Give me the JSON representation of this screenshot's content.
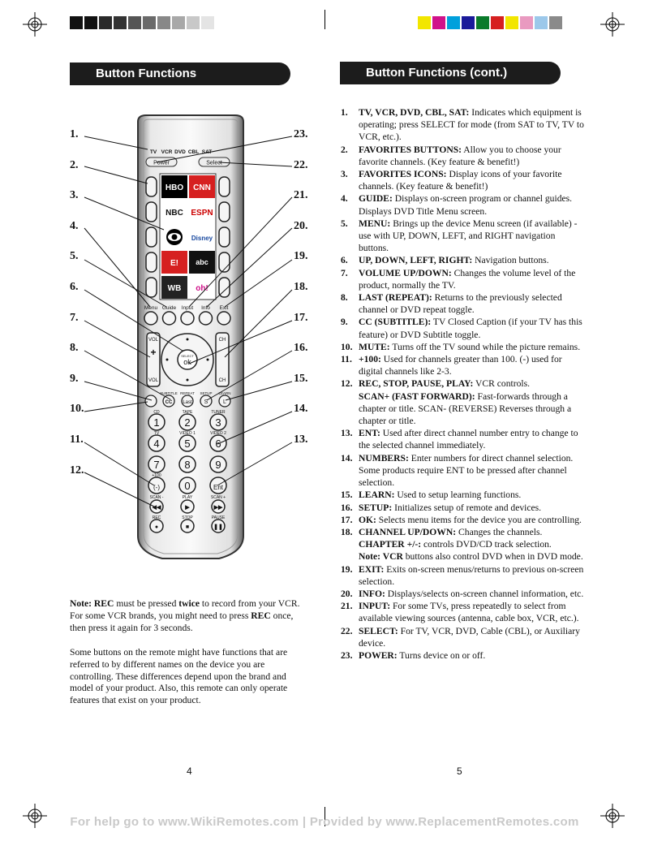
{
  "headers": {
    "left": "Button Functions",
    "right": "Button Functions (cont.)"
  },
  "remote": {
    "mode_labels": [
      "TV",
      "VCR",
      "DVD",
      "CBL",
      "SAT"
    ],
    "power": "Power",
    "select": "Select",
    "menu_labels": [
      "Menu",
      "Guide",
      "Input",
      "Info",
      "Exit"
    ],
    "vol": "VOL",
    "ch": "CH",
    "ok": "ok",
    "select_small": "SELECT",
    "cc_labels": [
      "SUBTITLE",
      "REPEAT",
      "SETUP",
      "LEARN"
    ],
    "last": "Last",
    "s": "S",
    "l": "L",
    "numbers": [
      "1",
      "2",
      "3",
      "4",
      "5",
      "6",
      "7",
      "8",
      "9",
      "(-)",
      "0",
      "Ent"
    ],
    "num_sublabels": [
      "CD",
      "TAPE",
      "TUNER",
      "TV",
      "VIDEO 1",
      "VIDEO 2",
      "",
      "",
      "",
      "+100",
      "",
      ""
    ],
    "transport_labels": [
      "SCAN -",
      "PLAY",
      "SCAN +",
      "REC",
      "STOP",
      "PAUSE"
    ],
    "logos": [
      "HBO",
      "CNN",
      "NBC",
      "ESPN",
      "CBS",
      "Disney",
      "E!",
      "abc",
      "WB",
      "oh!"
    ]
  },
  "callouts_left": [
    "1.",
    "2.",
    "3.",
    "4.",
    "5.",
    "6.",
    "7.",
    "8.",
    "9.",
    "10.",
    "11.",
    "12."
  ],
  "callouts_right": [
    "23.",
    "22.",
    "21.",
    "20.",
    "19.",
    "18.",
    "17.",
    "16.",
    "15.",
    "14.",
    "13."
  ],
  "items": [
    {
      "num": "1.",
      "title": "TV, VCR, DVD, CBL, SAT:",
      "text": "Indicates which equipment is operating; press SELECT for mode (from SAT to TV, TV to VCR, etc.)."
    },
    {
      "num": "2.",
      "title": "FAVORITES BUTTONS:",
      "text": "Allow you to choose your favorite channels. (Key feature & benefit!)"
    },
    {
      "num": "3.",
      "title": "FAVORITES ICONS:",
      "text": "Display icons of your favorite channels. (Key feature & benefit!)"
    },
    {
      "num": "4.",
      "title": "GUIDE:",
      "text": "Displays on-screen program or channel guides. Displays DVD Title Menu screen."
    },
    {
      "num": "5.",
      "title": "MENU:",
      "text": "Brings up the device Menu screen (if available) - use with UP, DOWN, LEFT, and RIGHT navigation buttons."
    },
    {
      "num": "6.",
      "title": "UP, DOWN, LEFT, RIGHT:",
      "text": "Navigation buttons."
    },
    {
      "num": "7.",
      "title": "VOLUME UP/DOWN:",
      "text": "Changes the volume level of the product, normally the TV."
    },
    {
      "num": "8.",
      "title": "LAST (REPEAT):",
      "text": "Returns to the previously selected channel or DVD repeat toggle."
    },
    {
      "num": "9.",
      "title": "CC (SUBTITLE):",
      "text": "TV Closed Caption (if your TV has this feature) or DVD Subtitle toggle."
    },
    {
      "num": "10.",
      "title": "MUTE:",
      "text": "Turns off the TV sound while the picture remains."
    },
    {
      "num": "11.",
      "title": "+100:",
      "text": "Used for channels greater than 100. (-) used for digital channels like 2-3."
    },
    {
      "num": "12.",
      "title": "REC, STOP, PAUSE, PLAY:",
      "text": "VCR controls."
    },
    {
      "num": "",
      "title": "SCAN+ (FAST FORWARD):",
      "text": "Fast-forwards through a chapter or title. SCAN- (REVERSE) Reverses through a chapter or title."
    },
    {
      "num": "13.",
      "title": "ENT:",
      "text": "Used after direct channel number entry to change to the selected channel immediately."
    },
    {
      "num": "14.",
      "title": "NUMBERS:",
      "text": "Enter numbers for direct channel selection. Some products require ENT to be pressed after channel selection."
    },
    {
      "num": "15.",
      "title": "LEARN:",
      "text": "Used to setup learning functions."
    },
    {
      "num": "16.",
      "title": "SETUP:",
      "text": "Initializes setup of remote and devices."
    },
    {
      "num": "17.",
      "title": "OK:",
      "text": "Selects menu items for the device you are controlling."
    },
    {
      "num": "18.",
      "title": "CHANNEL UP/DOWN:",
      "text": "Changes the channels."
    },
    {
      "num": "",
      "title": "CHAPTER +/-:",
      "text": "controls DVD/CD track selection."
    },
    {
      "num": "",
      "title": "Note: VCR",
      "text": "buttons also control DVD when in DVD mode."
    },
    {
      "num": "19.",
      "title": "EXIT:",
      "text": "Exits on-screen menus/returns to previous on-screen selection."
    },
    {
      "num": "20.",
      "title": "INFO:",
      "text": "Displays/selects on-screen channel information, etc."
    },
    {
      "num": "21.",
      "title": "INPUT:",
      "text": "For some TVs, press repeatedly to select from available viewing sources (antenna, cable box, VCR, etc.)."
    },
    {
      "num": "22.",
      "title": "SELECT:",
      "text": "For TV, VCR, DVD, Cable (CBL), or Auxiliary device."
    },
    {
      "num": "23.",
      "title": "POWER:",
      "text": "Turns device on or off."
    }
  ],
  "note1": {
    "p1": "Note: REC",
    "p2": " must be pressed ",
    "p3": "twice",
    "p4": " to record from your VCR. For some VCR brands, you might need to press ",
    "p5": "REC",
    "p6": " once, then press it again for 3 seconds."
  },
  "note2": "Some buttons on the remote might have functions that are referred to by different names on the device you are controlling. These differences depend upon the brand and model of your product. Also, this remote can only operate features that exist on your product.",
  "page_numbers": [
    "4",
    "5"
  ],
  "footer": "For help go to www.WikiRemotes.com | Provided by www.ReplacementRemotes.com",
  "colors": {
    "header_bg": "#1c1c1c",
    "gray_bar": [
      "#111111",
      "#111111",
      "#2a2a2a",
      "#333333",
      "#555555",
      "#6a6a6a",
      "#888888",
      "#a8a8a8",
      "#c8c8c8",
      "#e4e4e4"
    ],
    "color_bar": [
      "#f2e600",
      "#d0128a",
      "#00a0dc",
      "#1a1a9a",
      "#0a7a2a",
      "#d62020",
      "#f2e600",
      "#e99ac0",
      "#9cc8ea",
      "#8a8a8a"
    ]
  }
}
